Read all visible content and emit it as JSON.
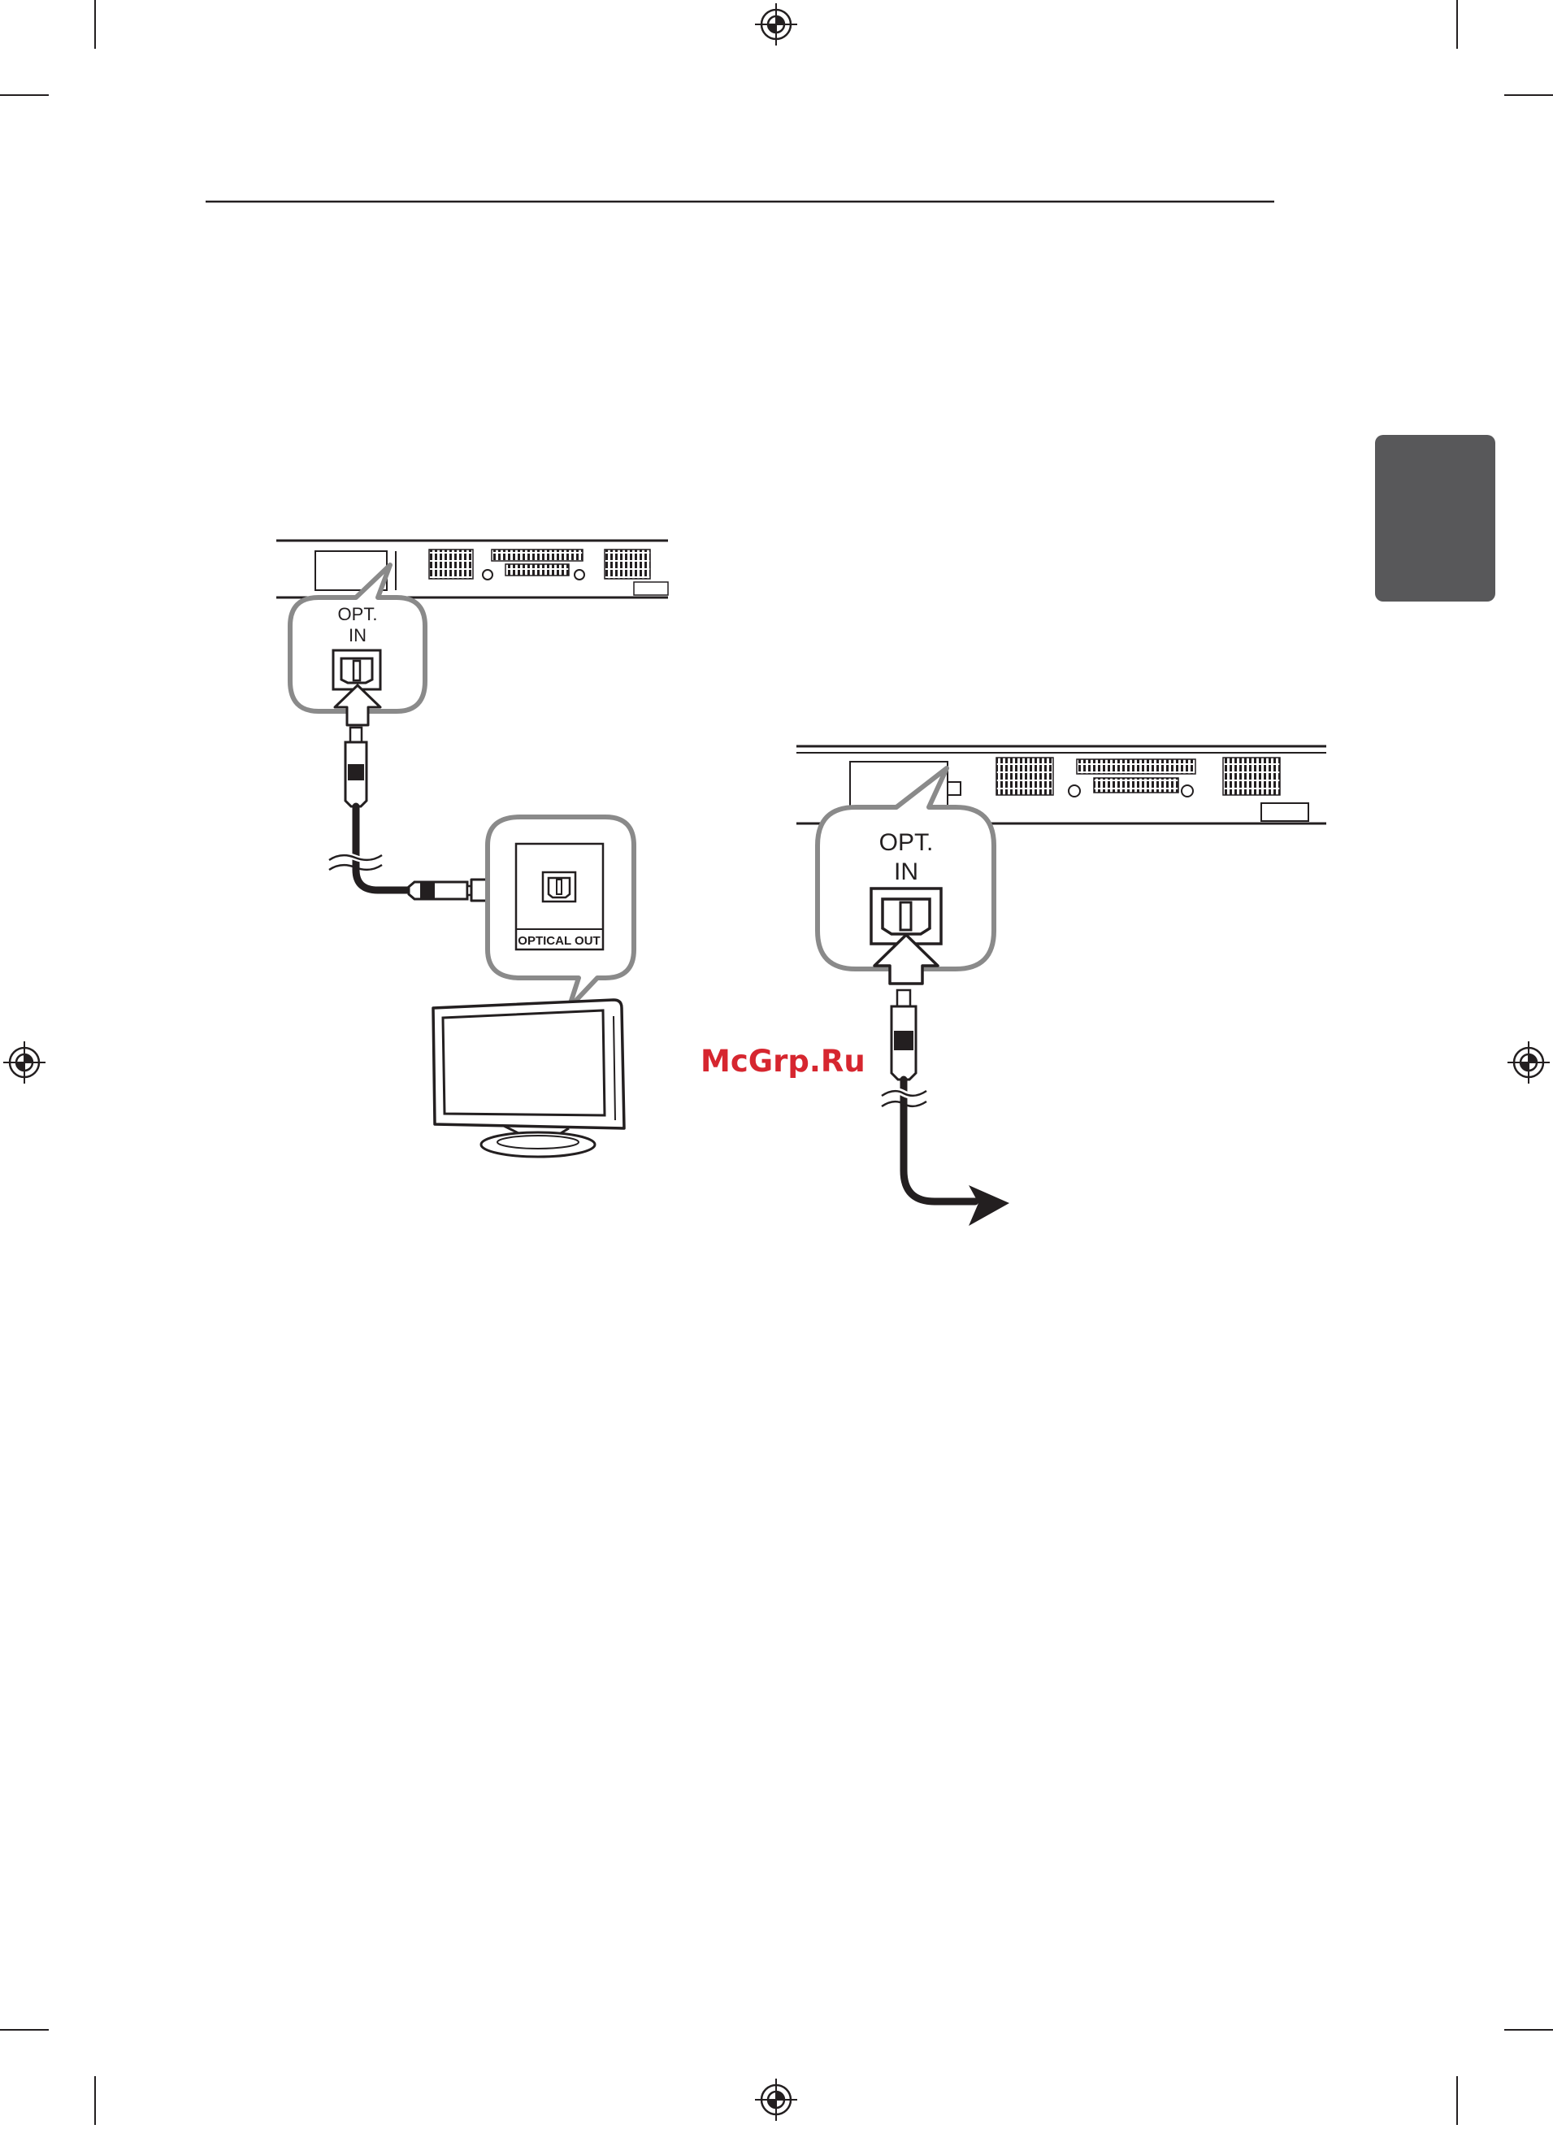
{
  "figure_left": {
    "port_label_line1": "OPT.",
    "port_label_line2": "IN",
    "tv_port_label": "OPTICAL OUT"
  },
  "figure_right": {
    "port_label_line1": "OPT.",
    "port_label_line2": "IN"
  },
  "watermark": "McGrp.Ru",
  "colors": {
    "ink": "#231f20",
    "callout_border": "#8a8a8a",
    "chapter_tab": "#58585a",
    "watermark": "#d6262f"
  }
}
